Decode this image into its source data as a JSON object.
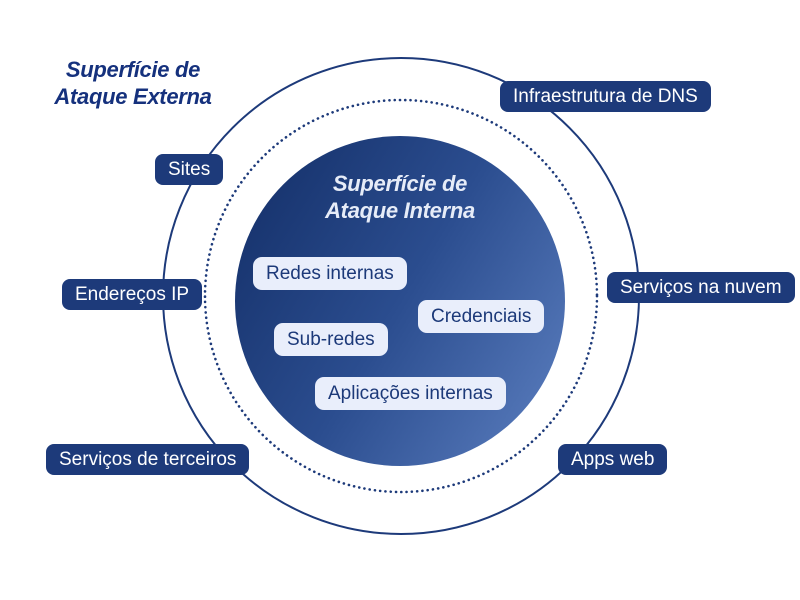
{
  "diagram": {
    "external_title": {
      "line1": "Superfície de",
      "line2": "Ataque Externa"
    },
    "internal_title": {
      "line1": "Superfície de",
      "line2": "Ataque Interna"
    },
    "external_labels": [
      {
        "text": "Infraestrutura de DNS"
      },
      {
        "text": "Sites"
      },
      {
        "text": "Endereços IP"
      },
      {
        "text": "Serviços na nuvem"
      },
      {
        "text": "Serviços de terceiros"
      },
      {
        "text": "Apps web"
      }
    ],
    "internal_labels": [
      {
        "text": "Redes internas"
      },
      {
        "text": "Credenciais"
      },
      {
        "text": "Sub-redes"
      },
      {
        "text": "Aplicações internas"
      }
    ],
    "colors": {
      "navy_pill": "#1d3a7a",
      "title_navy": "#15317d",
      "light_pill_bg": "#e9eefb",
      "light_pill_text": "#1c3979",
      "circle_stroke": "#1d3a7a",
      "inner_gradient_dark": "#16326c",
      "inner_gradient_light": "#5679ba",
      "internal_title_text": "#e6ecf8",
      "background": "#ffffff"
    }
  }
}
